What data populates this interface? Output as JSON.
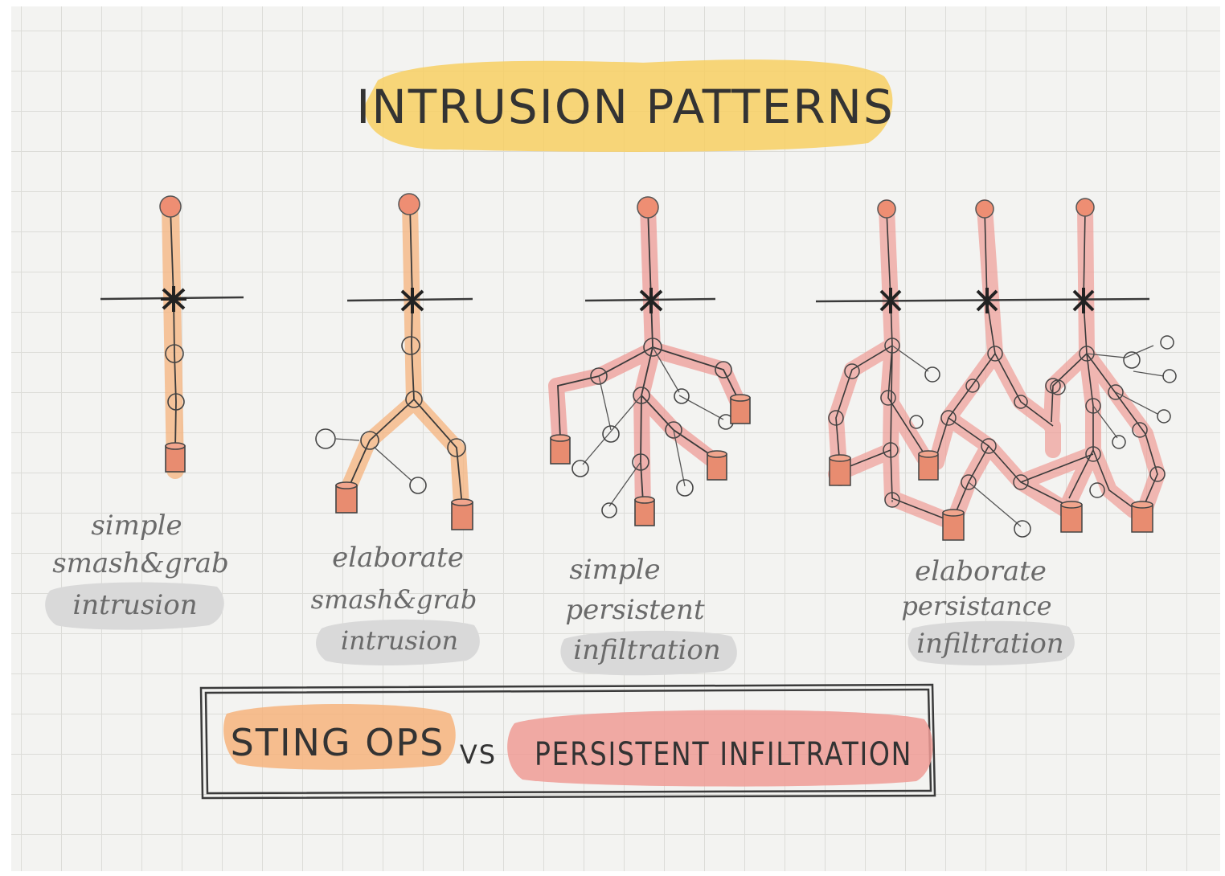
{
  "title": "INTRUSION PATTERNS",
  "patterns": [
    {
      "caption_lines": [
        "simple",
        "smash&grab",
        "intrusion"
      ]
    },
    {
      "caption_lines": [
        "elaborate",
        "smash&grab",
        "intrusion"
      ]
    },
    {
      "caption_lines": [
        "simple",
        "persistent",
        "infiltration"
      ]
    },
    {
      "caption_lines": [
        "elaborate",
        "persistance",
        "infiltration"
      ]
    }
  ],
  "footer": {
    "left_label": "STING OPS",
    "vs": "VS",
    "right_label": "PERSISTENT INFILTRATION"
  },
  "colors": {
    "title_highlight": "#f7cf63",
    "sting_highlight": "#f6b37c",
    "persistent_highlight": "#ee9b95",
    "caption_highlight": "#d9d9d9",
    "ink": "#3a3a3a",
    "node_fill": "#ee8e73"
  }
}
